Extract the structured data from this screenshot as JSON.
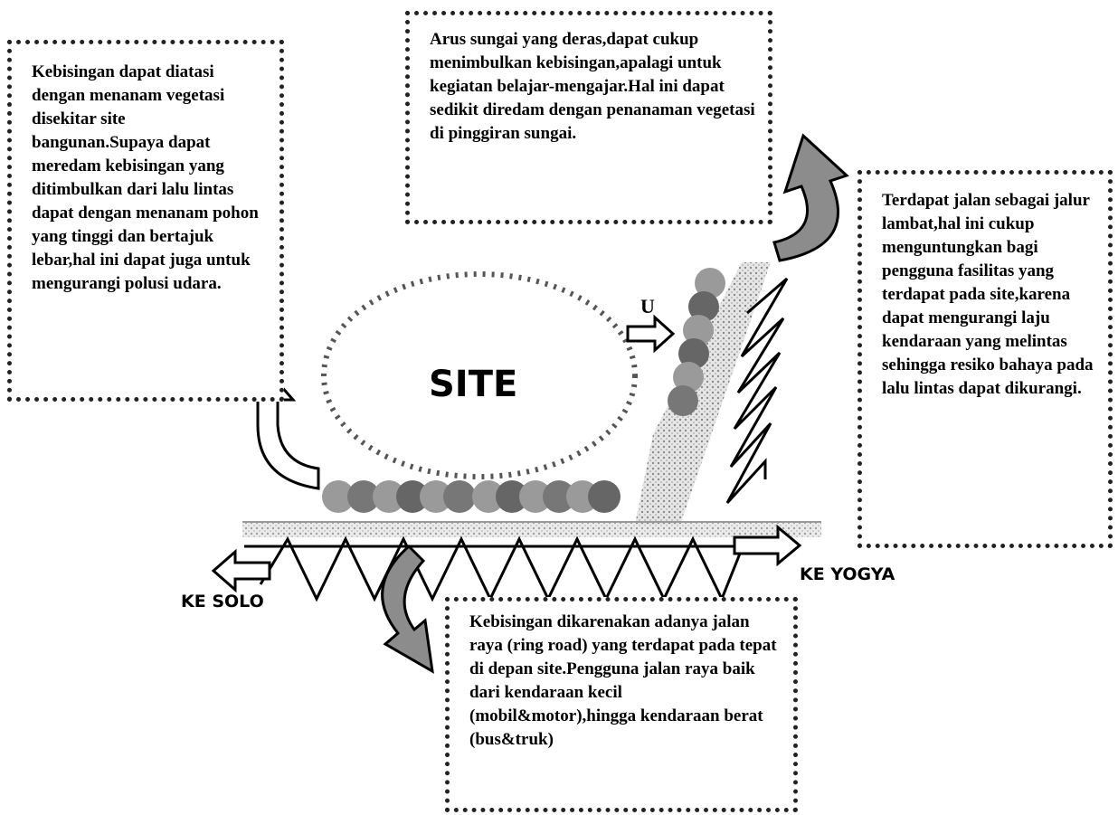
{
  "labels": {
    "site": "SITE",
    "north": "U",
    "to_solo": "KE SOLO",
    "to_yogya": "KE YOGYA"
  },
  "notes": {
    "vegetation": "Kebisingan dapat diatasi dengan menanam vegetasi disekitar site bangunan.Supaya dapat meredam kebisingan yang ditimbulkan dari lalu lintas dapat dengan menanam pohon yang tinggi dan bertajuk lebar,hal ini dapat juga untuk mengurangi polusi udara.",
    "river": "Arus sungai yang deras,dapat cukup menimbulkan kebisingan,apalagi untuk kegiatan belajar-mengajar.Hal ini dapat sedikit diredam dengan penanaman vegetasi di pinggiran sungai.",
    "slow_lane": "Terdapat jalan sebagai jalur lambat,hal ini cukup menguntungkan bagi pengguna fasilitas yang terdapat pada site,karena dapat mengurangi laju kendaraan yang melintas sehingga resiko bahaya pada lalu lintas dapat dikurangi.",
    "ring_road": "Kebisingan dikarenakan adanya jalan raya (ring road) yang terdapat pada tepat di depan site.Pengguna jalan raya baik dari kendaraan kecil (mobil&motor),hingga kendaraan berat (bus&truk)"
  },
  "colors": {
    "ink": "#000000",
    "tree_fill": "#9a9a9a",
    "arrow_fill": "#8c8c8c",
    "road_fill": "#d6d6d6"
  }
}
